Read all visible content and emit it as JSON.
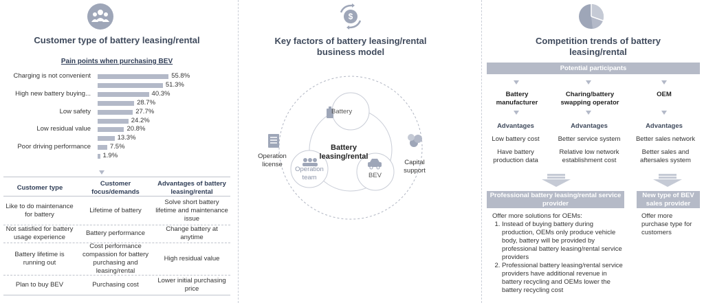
{
  "left": {
    "title": "Customer type of battery leasing/rental",
    "subtitle": "Pain points when purchasing BEV",
    "icon": "people-group-icon"
  },
  "chart_data": {
    "type": "bar",
    "orientation": "horizontal",
    "title": "Pain points when purchasing BEV",
    "categories": [
      "Charging is not convenient",
      "",
      "High new battery buying...",
      "",
      "Low safety",
      "",
      "Low residual value",
      "",
      "Poor driving performance",
      ""
    ],
    "values": [
      55.8,
      51.3,
      40.3,
      28.7,
      27.7,
      24.2,
      20.8,
      13.3,
      7.5,
      1.9
    ],
    "value_labels": [
      "55.8%",
      "51.3%",
      "40.3%",
      "28.7%",
      "27.7%",
      "24.2%",
      "20.8%",
      "13.3%",
      "7.5%",
      "1.9%"
    ],
    "xlim": [
      0,
      60
    ],
    "grid": false,
    "bar_color": "#b3b9c8"
  },
  "table": {
    "headers": [
      "Customer type",
      "Customer focus/demands",
      "Advantages of battery leasing/rental"
    ],
    "rows": [
      [
        "Like to do maintenance for battery",
        "Lifetime of battery",
        "Solve short battery lifetime and maintenance issue"
      ],
      [
        "Not satisfied for battery usage experience",
        "Battery performance",
        "Change battery at anytime"
      ],
      [
        "Battery lifetime is running out",
        "Cost performance compassion for battery purchasing and leasing/rental",
        "High residual value"
      ],
      [
        "Plan to buy BEV",
        "Purchasing cost",
        "Lower initial purchasing price"
      ]
    ]
  },
  "middle": {
    "title": "Key factors of battery leasing/rental business model",
    "icon": "money-exchange-icon",
    "center": "Battery leasing/rental",
    "battery": "Battery",
    "operation": "Operation team",
    "bev": "BEV",
    "license": "Operation license",
    "capital": "Capital support"
  },
  "right": {
    "title": "Competition trends of battery leasing/rental",
    "icon": "pie-chart-icon",
    "band": "Potential participants",
    "columns": [
      {
        "name": "Battery manufacturer",
        "adv_title": "Advantages",
        "adv": [
          "Low battery cost",
          "Have battery production data"
        ]
      },
      {
        "name": "Charing/battery swapping operator",
        "adv_title": "Advantages",
        "adv": [
          "Better service system",
          "Relative low network establishment cost"
        ]
      },
      {
        "name": "OEM",
        "adv_title": "Advantages",
        "adv": [
          "Better sales network",
          "Better sales and aftersales system"
        ]
      }
    ],
    "provider": {
      "title": "Professional battery leasing/rental service provider",
      "intro": "Offer more solutions for OEMs:",
      "items": [
        "Instead of buying battery during production, OEMs only produce vehicle body, battery will be provided by professional battery leasing/rental service providers",
        "Professional battery leasing/rental service providers have additional revenue in battery recycling and OEMs lower the battery recycling cost"
      ]
    },
    "newtype": {
      "title": "New type of BEV sales provider",
      "text": "Offer more purchase type for customers"
    }
  },
  "colors": {
    "accent": "#b5bac7",
    "title": "#3f4a5c",
    "header": "#2f3d56"
  }
}
